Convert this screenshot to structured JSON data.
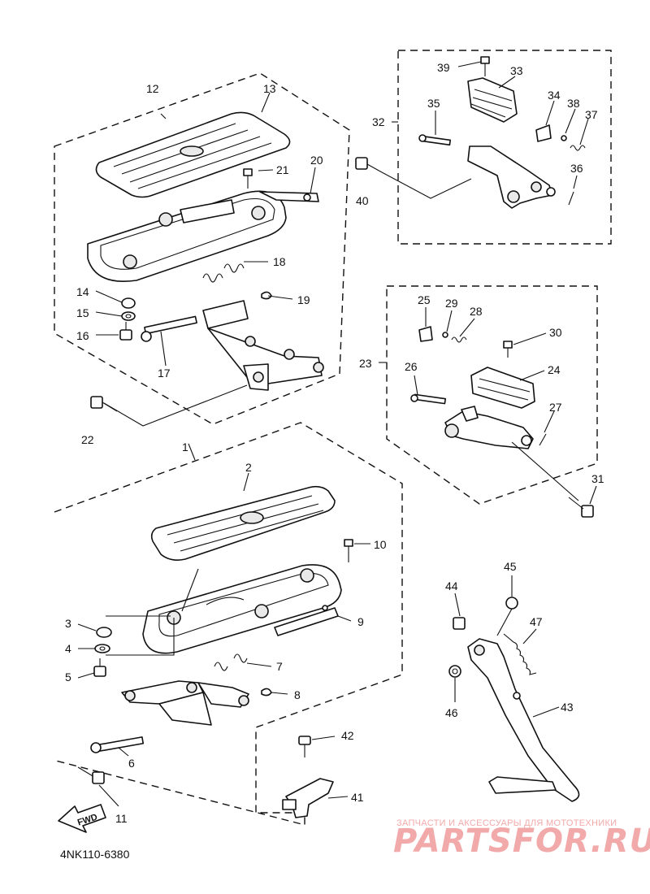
{
  "callouts": {
    "c1": "1",
    "c2": "2",
    "c3": "3",
    "c4": "4",
    "c5": "5",
    "c6": "6",
    "c7": "7",
    "c8": "8",
    "c9": "9",
    "c10": "10",
    "c11": "11",
    "c12": "12",
    "c13": "13",
    "c14": "14",
    "c15": "15",
    "c16": "16",
    "c17": "17",
    "c18": "18",
    "c19": "19",
    "c20": "20",
    "c21": "21",
    "c22": "22",
    "c23": "23",
    "c24": "24",
    "c25": "25",
    "c26": "26",
    "c27": "27",
    "c28": "28",
    "c29": "29",
    "c30": "30",
    "c31": "31",
    "c32": "32",
    "c33": "33",
    "c34": "34",
    "c35": "35",
    "c36": "36",
    "c37": "37",
    "c38": "38",
    "c39": "39",
    "c40": "40",
    "c41": "41",
    "c42": "42",
    "c43": "43",
    "c44": "44",
    "c45": "45",
    "c46": "46",
    "c47": "47"
  },
  "direction_badge": "FWD",
  "diagram_code": "4NK110-6380",
  "watermark": {
    "tagline": "ЗАПЧАСТИ И АКСЕССУАРЫ ДЛЯ МОТОТЕХНИКИ",
    "brand": "PARTSFOR.RU",
    "color": "#f2a9a9"
  }
}
